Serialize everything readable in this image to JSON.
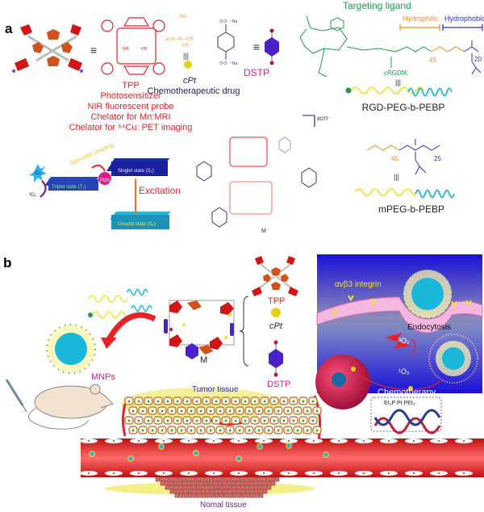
{
  "panel_a": {
    "label": "a",
    "tpp_labels": [
      "TPP",
      "Photosensitizer",
      "NIR fluorescent probe",
      "Chelator for Mn:MRI",
      "Chelator for ⁶⁴Cu: PET imaging"
    ],
    "cpt_label": "cPt",
    "cpt_desc": "Chemotherapeutic drug",
    "dstp_label": "DSTP",
    "targeting_ligand": "Targeting ligand",
    "hydrophilic": "Hydrophilic",
    "hydrophobic": "Hydrophobic",
    "crgdfk": "cRGDfK",
    "rgd_polymer": "RGD-PEG-b-PEBP",
    "mpeg_polymer": "mPEG-b-PEBP",
    "peg_n1": "45",
    "pebp_n1": "20",
    "peg_n2": "45",
    "pebp_n2": "25",
    "counterion": "8OTf⁻",
    "macrocycle_label": "M",
    "equiv": "≡",
    "jablonski": {
      "singlet": "Singlet state (S₁)",
      "triplet": "Triplet state (T₁)",
      "ground": "Ground state (S₀)",
      "excitation": "Excitation",
      "soc": "Spin-orbit coupling",
      "pt": "Pt(II)",
      "o2_singlet": "¹O₂",
      "o2_triplet": "³O₂"
    }
  },
  "panel_b": {
    "label": "b",
    "mnps": "MNPs",
    "m_label": "M",
    "tpp": "TPP",
    "cpt": "cPt",
    "dstp": "DSTP",
    "integrin": "αvβ3 integrin",
    "endocytosis": "Endocytosis",
    "o2_triplet": "³O₂",
    "o2_singlet": "¹O₂",
    "chemotherapy": "Chemotherapy",
    "pt_complex": "Et₃P  Pt  PEt₃",
    "tumor_tissue": "Tumor tissue",
    "normal_tissue": "Nomal tissue"
  }
}
